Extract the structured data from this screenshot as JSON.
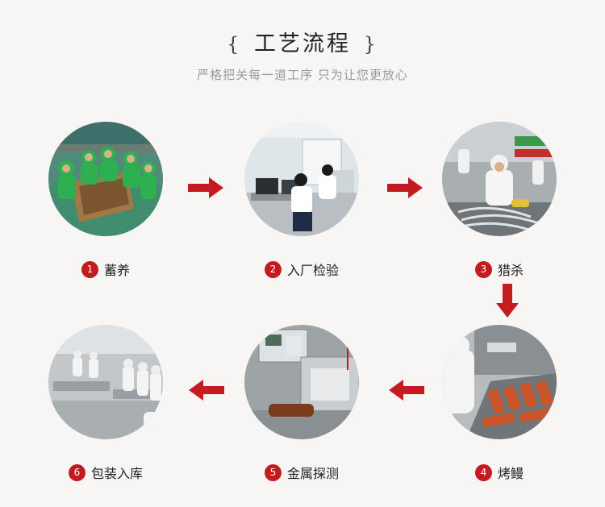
{
  "header": {
    "brace_left": "{",
    "title": "工艺流程",
    "brace_right": "}",
    "subtitle": "严格把关每一道工序 只为让您更放心"
  },
  "steps": [
    {
      "num": "1",
      "label": "蓄养"
    },
    {
      "num": "2",
      "label": "入厂检验"
    },
    {
      "num": "3",
      "label": "猎杀"
    },
    {
      "num": "4",
      "label": "烤鳗"
    },
    {
      "num": "5",
      "label": "金属探测"
    },
    {
      "num": "6",
      "label": "包装入库"
    }
  ],
  "colors": {
    "accent": "#c41b21",
    "background": "#f7f6f4"
  }
}
